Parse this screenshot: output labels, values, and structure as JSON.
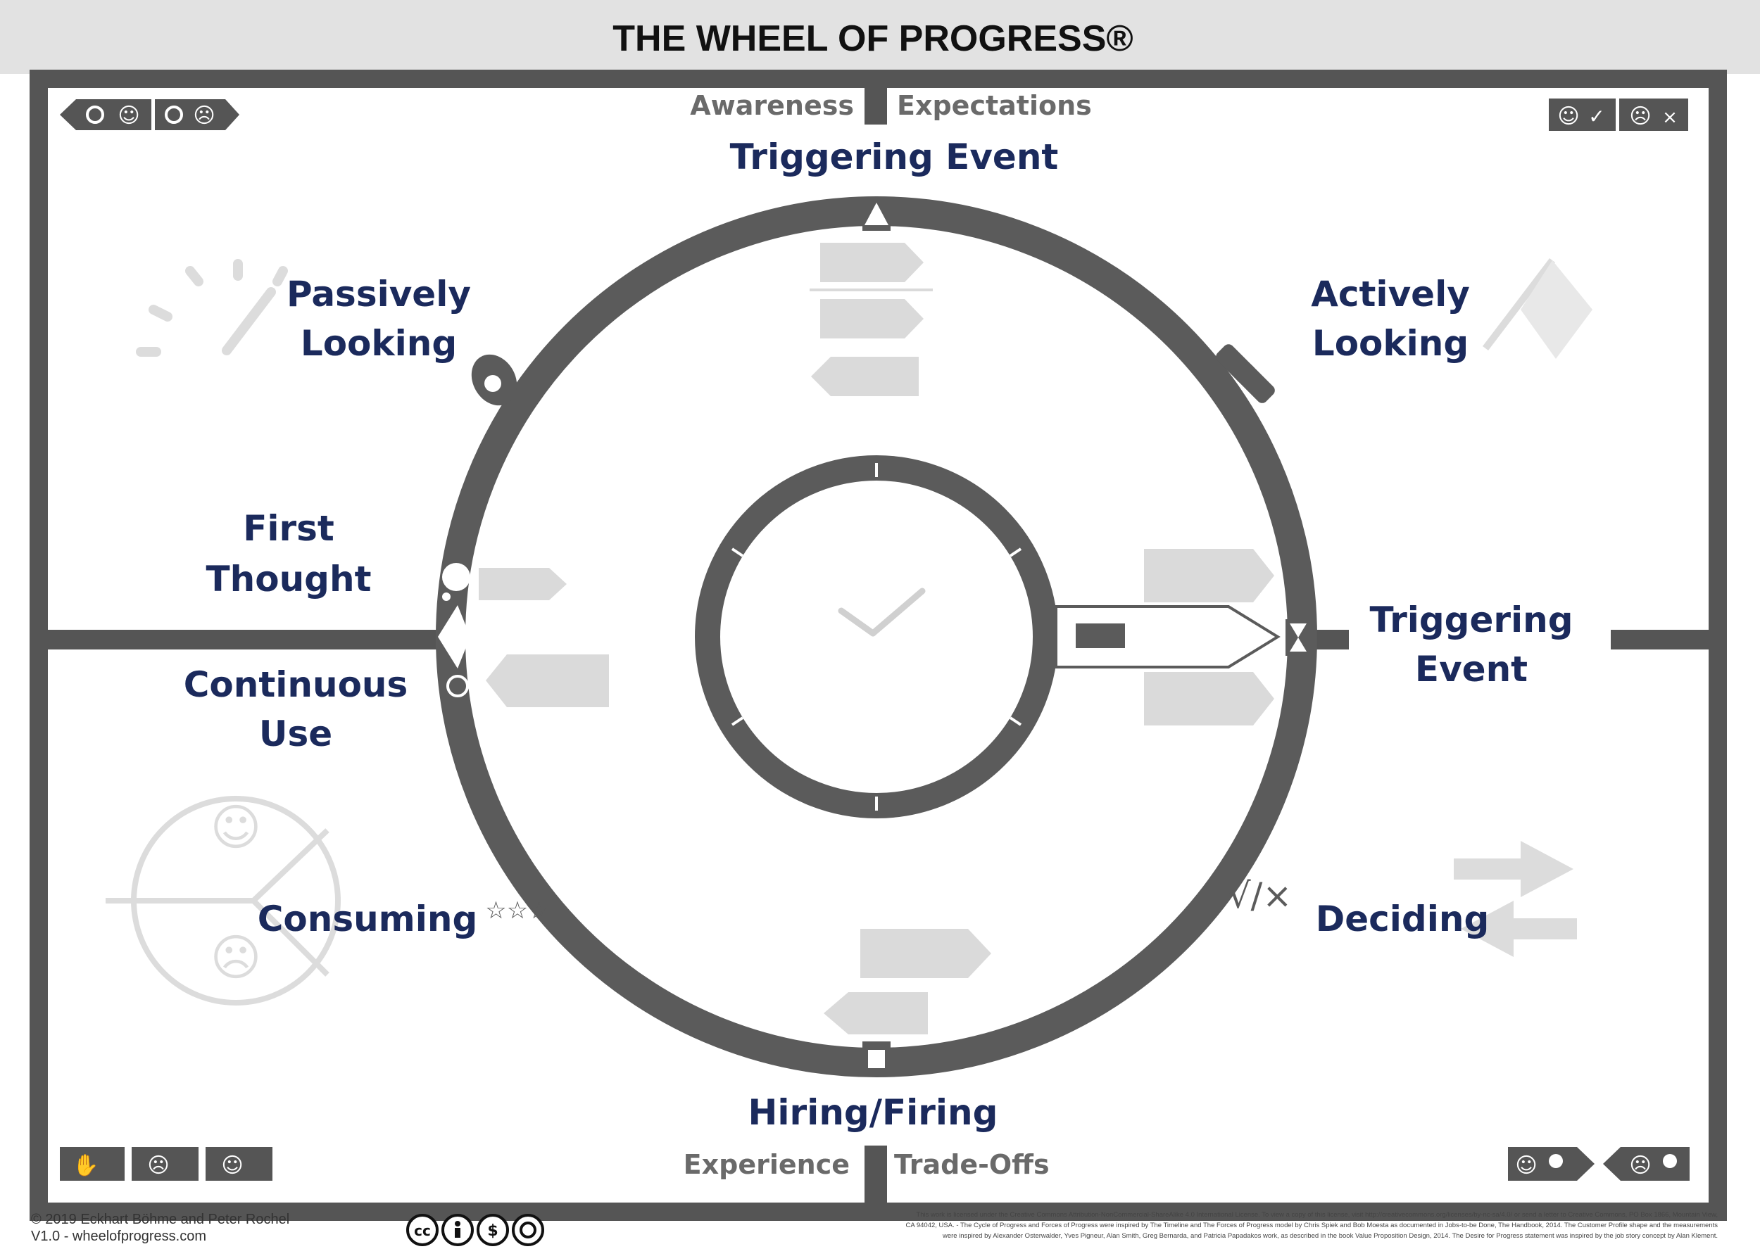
{
  "header": {
    "title": "THE WHEEL OF PROGRESS®"
  },
  "quadrants": {
    "top_left": "Awareness",
    "top_right": "Expectations",
    "bottom_left": "Experience",
    "bottom_right": "Trade-Offs"
  },
  "phases": {
    "triggering_event_top": "Triggering Event",
    "passively_looking": [
      "Passively",
      "Looking"
    ],
    "actively_looking": [
      "Actively",
      "Looking"
    ],
    "first_thought": [
      "First",
      "Thought"
    ],
    "continuous_use": [
      "Continuous",
      "Use"
    ],
    "triggering_event_right": [
      "Triggering",
      "Event"
    ],
    "consuming": "Consuming",
    "deciding": "Deciding",
    "hiring_firing": "Hiring/Firing"
  },
  "footer": {
    "copyright": "© 2019 Eckhart Böhme and Peter Rochel",
    "version": "V1.0 - wheelofprogress.com",
    "license_lines": [
      "This work is licensed under the Creative Commons Attribution-NonCommercial-ShareAlike 4.0 International License. To view a copy of this license, visit http://creativecommons.org/licenses/by-nc-sa/4.0/ or send a letter to Creative Commons, PO Box 1866, Mountain View,",
      "CA 94042, USA. - The Cycle of Progress and Forces of Progress were inspired by The Timeline and The Forces of Progress model by Chris Spiek and Bob Moesta as documented in Jobs-to-be Done, The Handbook, 2014. The Customer Profile shape and the measurements",
      "were inspired by Alexander Osterwalder, Yves Pigneur, Alan Smith, Greg Bernarda, and Patricia Papadakos work, as described in the book Value Proposition Design, 2014. The Desire for Progress statement was inspired by the job story concept by Alan Klement."
    ]
  },
  "colors": {
    "wheel": "#5b5b5b",
    "frame": "#555555",
    "phase_text": "#1b2a5c",
    "faded_icon": "#d6d6d6",
    "header_bg": "#e2e2e2"
  }
}
